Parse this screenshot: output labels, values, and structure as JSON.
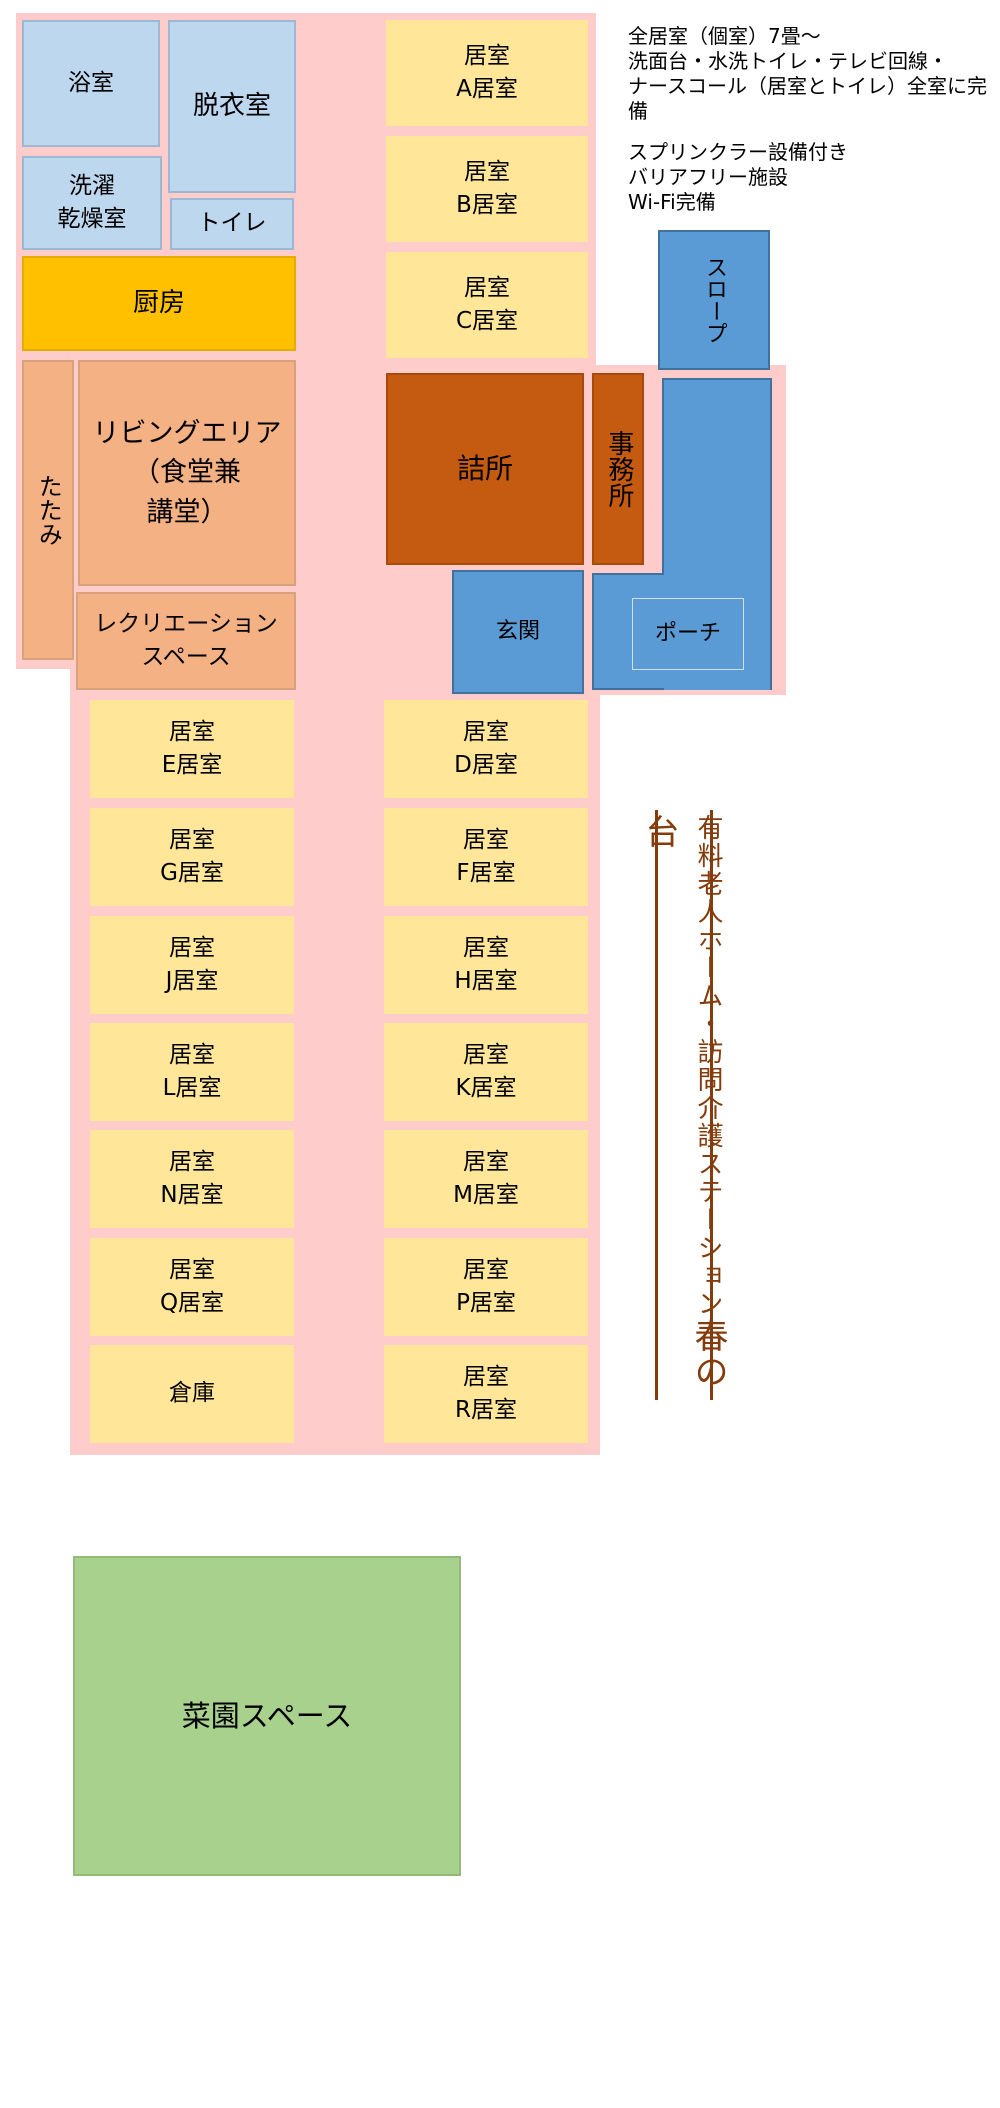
{
  "notes": {
    "group1": "全居室（個室）7畳〜\n洗面台・水洗トイレ・テレビ回線・\nナースコール（居室とトイレ）全室に完備",
    "group2": "スプリンクラー設備付き\nバリアフリー施設\nWi-Fi完備"
  },
  "title": {
    "main": "有料老人ホーム・訪問介護ステーション",
    "name": "春の台"
  },
  "rooms": {
    "bath": "浴室",
    "dressing": "脱衣室",
    "laundry": "洗濯\n乾燥室",
    "toilet": "トイレ",
    "kitchen": "厨房",
    "tatami": "たたみ",
    "living": "リビングエリア\n（食堂兼\n講堂）",
    "recreation": "レクリエーション\nスペース",
    "station": "詰所",
    "office": "事務所",
    "slope": "スロープ",
    "entrance": "玄関",
    "porch": "ポーチ",
    "storage": "倉庫",
    "garden": "菜園スペース",
    "A": "居室\nA居室",
    "B": "居室\nB居室",
    "C": "居室\nC居室",
    "D": "居室\nD居室",
    "E": "居室\nE居室",
    "F": "居室\nF居室",
    "G": "居室\nG居室",
    "H": "居室\nH居室",
    "J": "居室\nJ居室",
    "K": "居室\nK居室",
    "L": "居室\nL居室",
    "M": "居室\nM居室",
    "N": "居室\nN居室",
    "P": "居室\nP居室",
    "Q": "居室\nQ居室",
    "R": "居室\nR居室"
  }
}
